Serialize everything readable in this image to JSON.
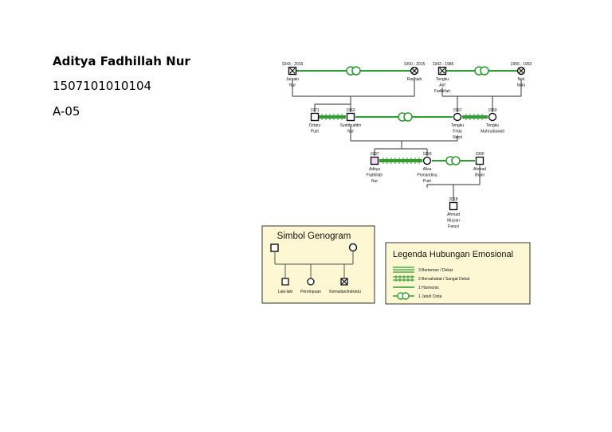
{
  "header": {
    "name": "Aditya Fadhillah Nur",
    "student_id": "1507101010104",
    "code": "A-05"
  },
  "colors": {
    "harmony": "#2e9e2e",
    "line": "#555555"
  },
  "people": {
    "jumain": {
      "name": [
        "Jumain",
        "Nur"
      ],
      "years": "1943 - 2015",
      "deceased": true,
      "sex": "male"
    },
    "radhiah": {
      "name": [
        "Radhiah"
      ],
      "years": "1950 - 2015",
      "deceased": true,
      "sex": "female"
    },
    "arif": {
      "name": [
        "Tengku",
        "Arif",
        "Fadhillah"
      ],
      "years": "1942 - 1986",
      "deceased": true,
      "sex": "male"
    },
    "neknolu": {
      "name": [
        "Nek",
        "Nolu"
      ],
      "years": "1955 - 1992",
      "deceased": true,
      "sex": "female"
    },
    "octary": {
      "name": [
        "Octary",
        "Putri"
      ],
      "years": "1971",
      "sex": "male"
    },
    "syahbuddin": {
      "name": [
        "Syahbuddin",
        "Nur"
      ],
      "years": "1963",
      "sex": "male"
    },
    "frida": {
      "name": [
        "Tengku",
        "Frida",
        "Nenti"
      ],
      "years": "1967",
      "sex": "female"
    },
    "mahdiawati": {
      "name": [
        "Tengku",
        "Mahrudiawati"
      ],
      "years": "1950",
      "sex": "female"
    },
    "aditya": {
      "name": [
        "Aditya",
        "Fadhillah",
        "Nur"
      ],
      "years": "1997",
      "sex": "male",
      "index": true
    },
    "alisa": {
      "name": [
        "Alisa",
        "Primandina",
        "Putri"
      ],
      "years": "1993",
      "sex": "female"
    },
    "ahmad": {
      "name": [
        "Ahmad",
        "Ilham"
      ],
      "years": "1990",
      "sex": "male"
    },
    "ahmadmizyan": {
      "name": [
        "Ahmad",
        "Mizyan",
        "Faruzi"
      ],
      "years": "2018",
      "sex": "male"
    }
  },
  "symbol_legend": {
    "title": "Simbol Genogram",
    "items": [
      "Laki-laki",
      "Perempuan",
      "Kematian/individu"
    ]
  },
  "emotional_legend": {
    "title": "Legenda Hubungan Emosional",
    "items": [
      "3 Berteman / Dekat",
      "2 Bersahabat / Sangat Dekat",
      "1 Harmonis",
      "1 Jatuh Cinta"
    ]
  }
}
